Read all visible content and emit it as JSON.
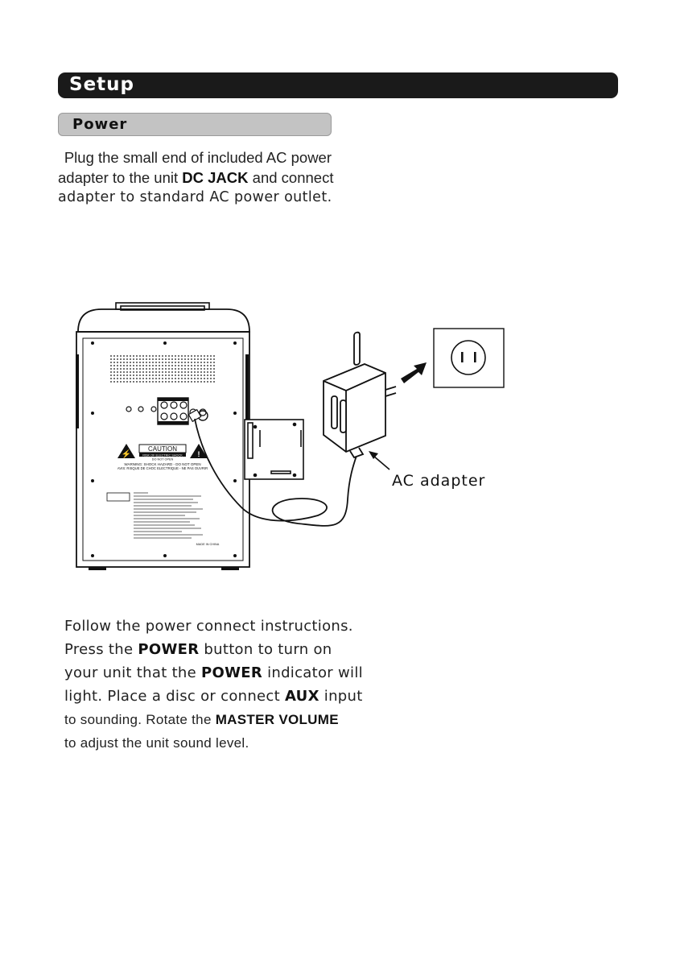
{
  "section": {
    "title": "Setup"
  },
  "subsection": {
    "title": "Power"
  },
  "intro": {
    "line1": "Plug the small end of  included AC power",
    "line2_pre": "adapter to the unit ",
    "line2_bold": "DC JACK",
    "line2_post": " and connect",
    "line3": "adapter to standard AC power outlet."
  },
  "figure": {
    "ac_adapter_label": "AC adapter",
    "caution_label": "CAUTION",
    "caution_sub1": "RISK OF ELECTRIC SHOCK",
    "caution_sub2": "DO NOT OPEN",
    "warning_line1": "WARNING: SHOCK HAZARD - DO NOT OPEN",
    "warning_line2": "AVIS: RISQUE DE CHOC ELECTRIQUE - NE PAS OUVRIR",
    "made_in": "MADE IN CHINA"
  },
  "instructions": {
    "l1": "Follow the power connect instructions.",
    "l2_pre": "Press the ",
    "l2_bold": "POWER",
    "l2_post": " button to turn on",
    "l3_pre": "your unit that the ",
    "l3_bold": "POWER",
    "l3_post": " indicator will",
    "l4_pre": "light. Place a disc or connect ",
    "l4_bold": "AUX",
    "l4_post": " input",
    "l5_pre": "to sounding. Rotate the ",
    "l5_bold": "MASTER VOLUME",
    "l6": "to adjust the unit sound level."
  }
}
